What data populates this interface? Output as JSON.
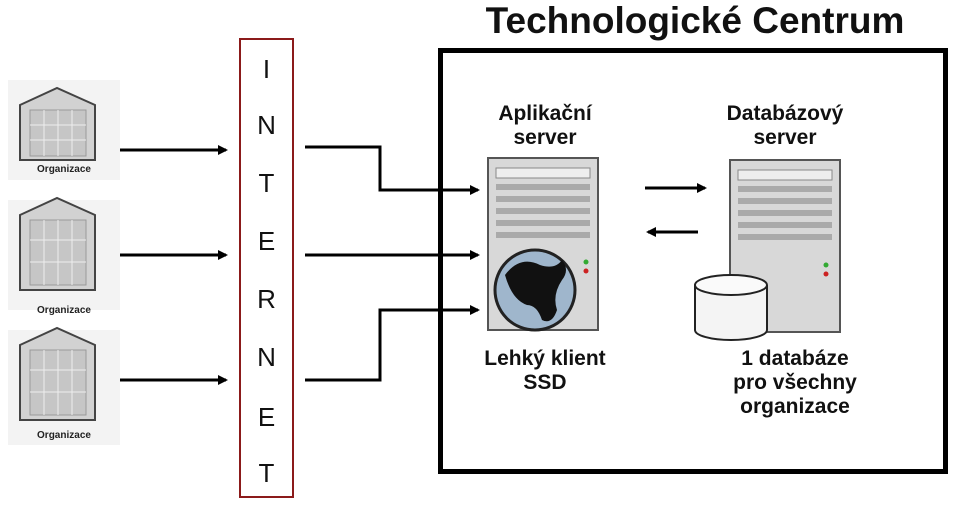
{
  "title": "Technologické Centrum",
  "internet_letters": [
    "I",
    "N",
    "T",
    "E",
    "R",
    "N",
    "E",
    "T"
  ],
  "organizations": [
    {
      "label": "Organizace"
    },
    {
      "label": "Organizace"
    },
    {
      "label": "Organizace"
    }
  ],
  "app_server": {
    "label_line1": "Aplikační",
    "label_line2": "server",
    "caption_line1": "Lehký klient",
    "caption_line2": "SSD"
  },
  "db_server": {
    "label_line1": "Databázový",
    "label_line2": "server",
    "caption_line1": "1 databáze",
    "caption_line2": "pro všechny",
    "caption_line3": "organizace"
  },
  "colors": {
    "internet_border": "#8b1a1a",
    "box_border": "#000000"
  }
}
